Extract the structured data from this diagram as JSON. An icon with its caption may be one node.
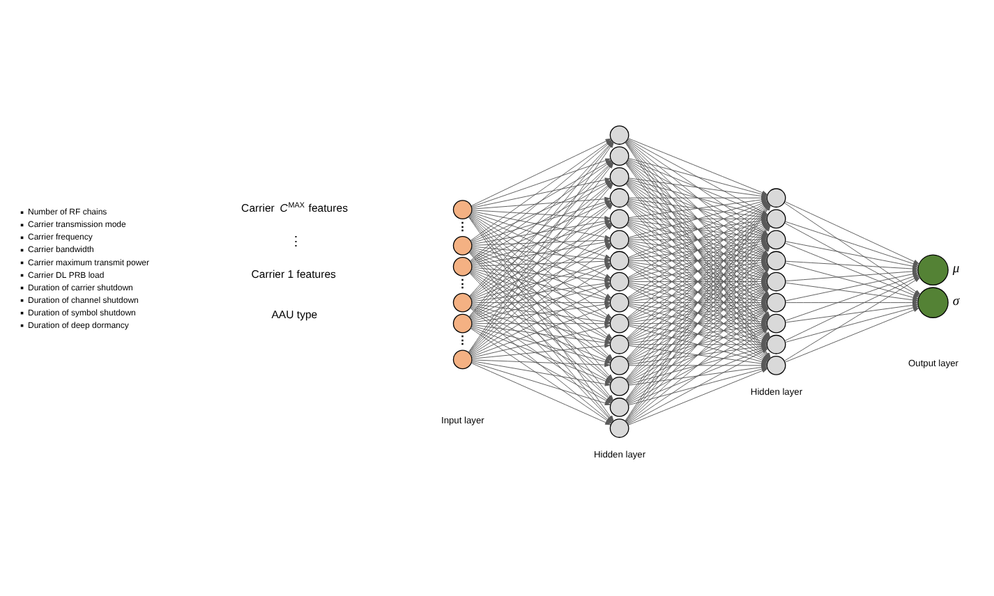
{
  "diagram": {
    "nodes": [
      {
        "text": [],
        "shape": "circle"
      },
      {
        "text": [],
        "shape": "circle"
      },
      {
        "text": [],
        "shape": "circle"
      },
      {
        "text": [],
        "shape": "circle"
      },
      {
        "text": [],
        "shape": "circle"
      },
      {
        "text": [],
        "shape": "circle"
      },
      {
        "text": [],
        "shape": "circle"
      },
      {
        "text": [],
        "shape": "circle"
      },
      {
        "text": [],
        "shape": "circle"
      },
      {
        "text": [],
        "shape": "circle"
      },
      {
        "text": [],
        "shape": "circle"
      },
      {
        "text": [],
        "shape": "circle"
      },
      {
        "text": [],
        "shape": "circle"
      },
      {
        "text": [],
        "shape": "circle"
      },
      {
        "text": [],
        "shape": "circle"
      },
      {
        "text": [],
        "shape": "circle"
      },
      {
        "text": [],
        "shape": "circle"
      },
      {
        "text": [],
        "shape": "circle"
      },
      {
        "text": [],
        "shape": "circle"
      },
      {
        "text": [],
        "shape": "circle"
      },
      {
        "text": [],
        "shape": "circle"
      },
      {
        "text": [],
        "shape": "circle"
      },
      {
        "text": [],
        "shape": "circle"
      },
      {
        "text": [],
        "shape": "circle"
      },
      {
        "text": [],
        "shape": "circle"
      },
      {
        "text": [],
        "shape": "circle"
      },
      {
        "text": [],
        "shape": "circle"
      },
      {
        "text": [],
        "shape": "circle"
      },
      {
        "text": [],
        "shape": "circle"
      },
      {
        "text": [],
        "shape": "circle"
      },
      {
        "text": [],
        "shape": "circle",
        "beside": [
          "μ"
        ]
      },
      {
        "text": [],
        "shape": "circle",
        "beside": [
          "σ"
        ]
      }
    ],
    "edges": [
      {
        "from": 0,
        "to": 6,
        "arrow": "to"
      },
      {
        "from": 0,
        "to": 7,
        "arrow": "to"
      },
      {
        "from": 0,
        "to": 8,
        "arrow": "to"
      },
      {
        "from": 0,
        "to": 9,
        "arrow": "to"
      },
      {
        "from": 0,
        "to": 10,
        "arrow": "to"
      },
      {
        "from": 0,
        "to": 11,
        "arrow": "to"
      },
      {
        "from": 0,
        "to": 12,
        "arrow": "to"
      },
      {
        "from": 0,
        "to": 13,
        "arrow": "to"
      },
      {
        "from": 0,
        "to": 14,
        "arrow": "to"
      },
      {
        "from": 0,
        "to": 15,
        "arrow": "to"
      },
      {
        "from": 0,
        "to": 16,
        "arrow": "to"
      },
      {
        "from": 0,
        "to": 17,
        "arrow": "to"
      },
      {
        "from": 0,
        "to": 18,
        "arrow": "to"
      },
      {
        "from": 0,
        "to": 19,
        "arrow": "to"
      },
      {
        "from": 0,
        "to": 20,
        "arrow": "to"
      },
      {
        "from": 1,
        "to": 6,
        "arrow": "to"
      },
      {
        "from": 1,
        "to": 7,
        "arrow": "to"
      },
      {
        "from": 1,
        "to": 8,
        "arrow": "to"
      },
      {
        "from": 1,
        "to": 9,
        "arrow": "to"
      },
      {
        "from": 1,
        "to": 10,
        "arrow": "to"
      },
      {
        "from": 1,
        "to": 11,
        "arrow": "to"
      },
      {
        "from": 1,
        "to": 12,
        "arrow": "to"
      },
      {
        "from": 1,
        "to": 13,
        "arrow": "to"
      },
      {
        "from": 1,
        "to": 14,
        "arrow": "to"
      },
      {
        "from": 1,
        "to": 15,
        "arrow": "to"
      },
      {
        "from": 1,
        "to": 16,
        "arrow": "to"
      },
      {
        "from": 1,
        "to": 17,
        "arrow": "to"
      },
      {
        "from": 1,
        "to": 18,
        "arrow": "to"
      },
      {
        "from": 1,
        "to": 19,
        "arrow": "to"
      },
      {
        "from": 1,
        "to": 20,
        "arrow": "to"
      },
      {
        "from": 2,
        "to": 6,
        "arrow": "to"
      },
      {
        "from": 2,
        "to": 7,
        "arrow": "to"
      },
      {
        "from": 2,
        "to": 8,
        "arrow": "to"
      },
      {
        "from": 2,
        "to": 9,
        "arrow": "to"
      },
      {
        "from": 2,
        "to": 10,
        "arrow": "to"
      },
      {
        "from": 2,
        "to": 11,
        "arrow": "to"
      },
      {
        "from": 2,
        "to": 12,
        "arrow": "to"
      },
      {
        "from": 2,
        "to": 13,
        "arrow": "to"
      },
      {
        "from": 2,
        "to": 14,
        "arrow": "to"
      },
      {
        "from": 2,
        "to": 15,
        "arrow": "to"
      },
      {
        "from": 2,
        "to": 16,
        "arrow": "to"
      },
      {
        "from": 2,
        "to": 17,
        "arrow": "to"
      },
      {
        "from": 2,
        "to": 18,
        "arrow": "to"
      },
      {
        "from": 2,
        "to": 19,
        "arrow": "to"
      },
      {
        "from": 2,
        "to": 20,
        "arrow": "to"
      },
      {
        "from": 3,
        "to": 6,
        "arrow": "to"
      },
      {
        "from": 3,
        "to": 7,
        "arrow": "to"
      },
      {
        "from": 3,
        "to": 8,
        "arrow": "to"
      },
      {
        "from": 3,
        "to": 9,
        "arrow": "to"
      },
      {
        "from": 3,
        "to": 10,
        "arrow": "to"
      },
      {
        "from": 3,
        "to": 11,
        "arrow": "to"
      },
      {
        "from": 3,
        "to": 12,
        "arrow": "to"
      },
      {
        "from": 3,
        "to": 13,
        "arrow": "to"
      },
      {
        "from": 3,
        "to": 14,
        "arrow": "to"
      },
      {
        "from": 3,
        "to": 15,
        "arrow": "to"
      },
      {
        "from": 3,
        "to": 16,
        "arrow": "to"
      },
      {
        "from": 3,
        "to": 17,
        "arrow": "to"
      },
      {
        "from": 3,
        "to": 18,
        "arrow": "to"
      },
      {
        "from": 3,
        "to": 19,
        "arrow": "to"
      },
      {
        "from": 3,
        "to": 20,
        "arrow": "to"
      },
      {
        "from": 4,
        "to": 6,
        "arrow": "to"
      },
      {
        "from": 4,
        "to": 7,
        "arrow": "to"
      },
      {
        "from": 4,
        "to": 8,
        "arrow": "to"
      },
      {
        "from": 4,
        "to": 9,
        "arrow": "to"
      },
      {
        "from": 4,
        "to": 10,
        "arrow": "to"
      },
      {
        "from": 4,
        "to": 11,
        "arrow": "to"
      },
      {
        "from": 4,
        "to": 12,
        "arrow": "to"
      },
      {
        "from": 4,
        "to": 13,
        "arrow": "to"
      },
      {
        "from": 4,
        "to": 14,
        "arrow": "to"
      },
      {
        "from": 4,
        "to": 15,
        "arrow": "to"
      },
      {
        "from": 4,
        "to": 16,
        "arrow": "to"
      },
      {
        "from": 4,
        "to": 17,
        "arrow": "to"
      },
      {
        "from": 4,
        "to": 18,
        "arrow": "to"
      },
      {
        "from": 4,
        "to": 19,
        "arrow": "to"
      },
      {
        "from": 4,
        "to": 20,
        "arrow": "to"
      },
      {
        "from": 5,
        "to": 6,
        "arrow": "to"
      },
      {
        "from": 5,
        "to": 7,
        "arrow": "to"
      },
      {
        "from": 5,
        "to": 8,
        "arrow": "to"
      },
      {
        "from": 5,
        "to": 9,
        "arrow": "to"
      },
      {
        "from": 5,
        "to": 10,
        "arrow": "to"
      },
      {
        "from": 5,
        "to": 11,
        "arrow": "to"
      },
      {
        "from": 5,
        "to": 12,
        "arrow": "to"
      },
      {
        "from": 5,
        "to": 13,
        "arrow": "to"
      },
      {
        "from": 5,
        "to": 14,
        "arrow": "to"
      },
      {
        "from": 5,
        "to": 15,
        "arrow": "to"
      },
      {
        "from": 5,
        "to": 16,
        "arrow": "to"
      },
      {
        "from": 5,
        "to": 17,
        "arrow": "to"
      },
      {
        "from": 5,
        "to": 18,
        "arrow": "to"
      },
      {
        "from": 5,
        "to": 19,
        "arrow": "to"
      },
      {
        "from": 5,
        "to": 20,
        "arrow": "to"
      },
      {
        "from": 6,
        "to": 21,
        "arrow": "to"
      },
      {
        "from": 6,
        "to": 22,
        "arrow": "to"
      },
      {
        "from": 6,
        "to": 23,
        "arrow": "to"
      },
      {
        "from": 6,
        "to": 24,
        "arrow": "to"
      },
      {
        "from": 6,
        "to": 25,
        "arrow": "to"
      },
      {
        "from": 6,
        "to": 26,
        "arrow": "to"
      },
      {
        "from": 6,
        "to": 27,
        "arrow": "to"
      },
      {
        "from": 6,
        "to": 28,
        "arrow": "to"
      },
      {
        "from": 6,
        "to": 29,
        "arrow": "to"
      },
      {
        "from": 7,
        "to": 21,
        "arrow": "to"
      },
      {
        "from": 7,
        "to": 22,
        "arrow": "to"
      },
      {
        "from": 7,
        "to": 23,
        "arrow": "to"
      },
      {
        "from": 7,
        "to": 24,
        "arrow": "to"
      },
      {
        "from": 7,
        "to": 25,
        "arrow": "to"
      },
      {
        "from": 7,
        "to": 26,
        "arrow": "to"
      },
      {
        "from": 7,
        "to": 27,
        "arrow": "to"
      },
      {
        "from": 7,
        "to": 28,
        "arrow": "to"
      },
      {
        "from": 7,
        "to": 29,
        "arrow": "to"
      },
      {
        "from": 8,
        "to": 21,
        "arrow": "to"
      },
      {
        "from": 8,
        "to": 22,
        "arrow": "to"
      },
      {
        "from": 8,
        "to": 23,
        "arrow": "to"
      },
      {
        "from": 8,
        "to": 24,
        "arrow": "to"
      },
      {
        "from": 8,
        "to": 25,
        "arrow": "to"
      },
      {
        "from": 8,
        "to": 26,
        "arrow": "to"
      },
      {
        "from": 8,
        "to": 27,
        "arrow": "to"
      },
      {
        "from": 8,
        "to": 28,
        "arrow": "to"
      },
      {
        "from": 8,
        "to": 29,
        "arrow": "to"
      },
      {
        "from": 9,
        "to": 21,
        "arrow": "to"
      },
      {
        "from": 9,
        "to": 22,
        "arrow": "to"
      },
      {
        "from": 9,
        "to": 23,
        "arrow": "to"
      },
      {
        "from": 9,
        "to": 24,
        "arrow": "to"
      },
      {
        "from": 9,
        "to": 25,
        "arrow": "to"
      },
      {
        "from": 9,
        "to": 26,
        "arrow": "to"
      },
      {
        "from": 9,
        "to": 27,
        "arrow": "to"
      },
      {
        "from": 9,
        "to": 28,
        "arrow": "to"
      },
      {
        "from": 9,
        "to": 29,
        "arrow": "to"
      },
      {
        "from": 10,
        "to": 21,
        "arrow": "to"
      },
      {
        "from": 10,
        "to": 22,
        "arrow": "to"
      },
      {
        "from": 10,
        "to": 23,
        "arrow": "to"
      },
      {
        "from": 10,
        "to": 24,
        "arrow": "to"
      },
      {
        "from": 10,
        "to": 25,
        "arrow": "to"
      },
      {
        "from": 10,
        "to": 26,
        "arrow": "to"
      },
      {
        "from": 10,
        "to": 27,
        "arrow": "to"
      },
      {
        "from": 10,
        "to": 28,
        "arrow": "to"
      },
      {
        "from": 10,
        "to": 29,
        "arrow": "to"
      },
      {
        "from": 11,
        "to": 21,
        "arrow": "to"
      },
      {
        "from": 11,
        "to": 22,
        "arrow": "to"
      },
      {
        "from": 11,
        "to": 23,
        "arrow": "to"
      },
      {
        "from": 11,
        "to": 24,
        "arrow": "to"
      },
      {
        "from": 11,
        "to": 25,
        "arrow": "to"
      },
      {
        "from": 11,
        "to": 26,
        "arrow": "to"
      },
      {
        "from": 11,
        "to": 27,
        "arrow": "to"
      },
      {
        "from": 11,
        "to": 28,
        "arrow": "to"
      },
      {
        "from": 11,
        "to": 29,
        "arrow": "to"
      },
      {
        "from": 12,
        "to": 21,
        "arrow": "to"
      },
      {
        "from": 12,
        "to": 22,
        "arrow": "to"
      },
      {
        "from": 12,
        "to": 23,
        "arrow": "to"
      },
      {
        "from": 12,
        "to": 24,
        "arrow": "to"
      },
      {
        "from": 12,
        "to": 25,
        "arrow": "to"
      },
      {
        "from": 12,
        "to": 26,
        "arrow": "to"
      },
      {
        "from": 12,
        "to": 27,
        "arrow": "to"
      },
      {
        "from": 12,
        "to": 28,
        "arrow": "to"
      },
      {
        "from": 12,
        "to": 29,
        "arrow": "to"
      },
      {
        "from": 13,
        "to": 21,
        "arrow": "to"
      },
      {
        "from": 13,
        "to": 22,
        "arrow": "to"
      },
      {
        "from": 13,
        "to": 23,
        "arrow": "to"
      },
      {
        "from": 13,
        "to": 24,
        "arrow": "to"
      },
      {
        "from": 13,
        "to": 25,
        "arrow": "to"
      },
      {
        "from": 13,
        "to": 26,
        "arrow": "to"
      },
      {
        "from": 13,
        "to": 27,
        "arrow": "to"
      },
      {
        "from": 13,
        "to": 28,
        "arrow": "to"
      },
      {
        "from": 13,
        "to": 29,
        "arrow": "to"
      },
      {
        "from": 14,
        "to": 21,
        "arrow": "to"
      },
      {
        "from": 14,
        "to": 22,
        "arrow": "to"
      },
      {
        "from": 14,
        "to": 23,
        "arrow": "to"
      },
      {
        "from": 14,
        "to": 24,
        "arrow": "to"
      },
      {
        "from": 14,
        "to": 25,
        "arrow": "to"
      },
      {
        "from": 14,
        "to": 26,
        "arrow": "to"
      },
      {
        "from": 14,
        "to": 27,
        "arrow": "to"
      },
      {
        "from": 14,
        "to": 28,
        "arrow": "to"
      },
      {
        "from": 14,
        "to": 29,
        "arrow": "to"
      },
      {
        "from": 15,
        "to": 21,
        "arrow": "to"
      },
      {
        "from": 15,
        "to": 22,
        "arrow": "to"
      },
      {
        "from": 15,
        "to": 23,
        "arrow": "to"
      },
      {
        "from": 15,
        "to": 24,
        "arrow": "to"
      },
      {
        "from": 15,
        "to": 25,
        "arrow": "to"
      },
      {
        "from": 15,
        "to": 26,
        "arrow": "to"
      },
      {
        "from": 15,
        "to": 27,
        "arrow": "to"
      },
      {
        "from": 15,
        "to": 28,
        "arrow": "to"
      },
      {
        "from": 15,
        "to": 29,
        "arrow": "to"
      },
      {
        "from": 16,
        "to": 21,
        "arrow": "to"
      },
      {
        "from": 16,
        "to": 22,
        "arrow": "to"
      },
      {
        "from": 16,
        "to": 23,
        "arrow": "to"
      },
      {
        "from": 16,
        "to": 24,
        "arrow": "to"
      },
      {
        "from": 16,
        "to": 25,
        "arrow": "to"
      },
      {
        "from": 16,
        "to": 26,
        "arrow": "to"
      },
      {
        "from": 16,
        "to": 27,
        "arrow": "to"
      },
      {
        "from": 16,
        "to": 28,
        "arrow": "to"
      },
      {
        "from": 16,
        "to": 29,
        "arrow": "to"
      },
      {
        "from": 17,
        "to": 21,
        "arrow": "to"
      },
      {
        "from": 17,
        "to": 22,
        "arrow": "to"
      },
      {
        "from": 17,
        "to": 23,
        "arrow": "to"
      },
      {
        "from": 17,
        "to": 24,
        "arrow": "to"
      },
      {
        "from": 17,
        "to": 25,
        "arrow": "to"
      },
      {
        "from": 17,
        "to": 26,
        "arrow": "to"
      },
      {
        "from": 17,
        "to": 27,
        "arrow": "to"
      },
      {
        "from": 17,
        "to": 28,
        "arrow": "to"
      },
      {
        "from": 17,
        "to": 29,
        "arrow": "to"
      },
      {
        "from": 18,
        "to": 21,
        "arrow": "to"
      },
      {
        "from": 18,
        "to": 22,
        "arrow": "to"
      },
      {
        "from": 18,
        "to": 23,
        "arrow": "to"
      },
      {
        "from": 18,
        "to": 24,
        "arrow": "to"
      },
      {
        "from": 18,
        "to": 25,
        "arrow": "to"
      },
      {
        "from": 18,
        "to": 26,
        "arrow": "to"
      },
      {
        "from": 18,
        "to": 27,
        "arrow": "to"
      },
      {
        "from": 18,
        "to": 28,
        "arrow": "to"
      },
      {
        "from": 18,
        "to": 29,
        "arrow": "to"
      },
      {
        "from": 19,
        "to": 21,
        "arrow": "to"
      },
      {
        "from": 19,
        "to": 22,
        "arrow": "to"
      },
      {
        "from": 19,
        "to": 23,
        "arrow": "to"
      },
      {
        "from": 19,
        "to": 24,
        "arrow": "to"
      },
      {
        "from": 19,
        "to": 25,
        "arrow": "to"
      },
      {
        "from": 19,
        "to": 26,
        "arrow": "to"
      },
      {
        "from": 19,
        "to": 27,
        "arrow": "to"
      },
      {
        "from": 19,
        "to": 28,
        "arrow": "to"
      },
      {
        "from": 19,
        "to": 29,
        "arrow": "to"
      },
      {
        "from": 20,
        "to": 21,
        "arrow": "to"
      },
      {
        "from": 20,
        "to": 22,
        "arrow": "to"
      },
      {
        "from": 20,
        "to": 23,
        "arrow": "to"
      },
      {
        "from": 20,
        "to": 24,
        "arrow": "to"
      },
      {
        "from": 20,
        "to": 25,
        "arrow": "to"
      },
      {
        "from": 20,
        "to": 26,
        "arrow": "to"
      },
      {
        "from": 20,
        "to": 27,
        "arrow": "to"
      },
      {
        "from": 20,
        "to": 28,
        "arrow": "to"
      },
      {
        "from": 20,
        "to": 29,
        "arrow": "to"
      },
      {
        "from": 21,
        "to": 30,
        "arrow": "to"
      },
      {
        "from": 21,
        "to": 31,
        "arrow": "to"
      },
      {
        "from": 22,
        "to": 30,
        "arrow": "to"
      },
      {
        "from": 22,
        "to": 31,
        "arrow": "to"
      },
      {
        "from": 23,
        "to": 30,
        "arrow": "to"
      },
      {
        "from": 23,
        "to": 31,
        "arrow": "to"
      },
      {
        "from": 24,
        "to": 30,
        "arrow": "to"
      },
      {
        "from": 24,
        "to": 31,
        "arrow": "to"
      },
      {
        "from": 25,
        "to": 30,
        "arrow": "to"
      },
      {
        "from": 25,
        "to": 31,
        "arrow": "to"
      },
      {
        "from": 26,
        "to": 30,
        "arrow": "to"
      },
      {
        "from": 26,
        "to": 31,
        "arrow": "to"
      },
      {
        "from": 27,
        "to": 30,
        "arrow": "to"
      },
      {
        "from": 27,
        "to": 31,
        "arrow": "to"
      },
      {
        "from": 28,
        "to": 30,
        "arrow": "to"
      },
      {
        "from": 28,
        "to": 31,
        "arrow": "to"
      },
      {
        "from": 29,
        "to": 30,
        "arrow": "to"
      },
      {
        "from": 29,
        "to": 31,
        "arrow": "to"
      }
    ],
    "labels": [
      "Number of RF chains",
      "Carrier transmission mode",
      "Carrier frequency",
      "Carrier bandwidth",
      "Carrier maximum transmit power",
      "Carrier DL PRB load",
      "Duration of carrier shutdown",
      "Duration of channel shutdown",
      "Duration of symbol shutdown",
      "Duration of deep dormancy",
      "Carrier *C*$^{MAX}$ features",
      "⋮",
      "Carrier 1 features",
      "AAU type",
      "⋮",
      "⋮",
      "⋮",
      "Input layer",
      "Hidden layer",
      "Hidden layer",
      "Output layer"
    ]
  }
}
